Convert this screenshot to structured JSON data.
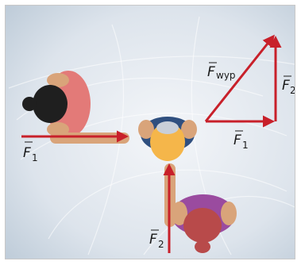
{
  "labels": {
    "f1_left": {
      "symbol": "F",
      "subscript": "1"
    },
    "f2_bottom": {
      "symbol": "F",
      "subscript": "2"
    },
    "f_result": {
      "symbol": "F",
      "subscript": "wyp"
    },
    "f1_triangle": {
      "symbol": "F",
      "subscript": "1"
    },
    "f2_triangle": {
      "symbol": "F",
      "subscript": "2"
    }
  },
  "colors": {
    "arrow": "#c8202a",
    "background_light": "#eef2f6",
    "background_blue": "#b9c8d6",
    "person_top_shirt": "#e07070",
    "person_top_hair": "#1e1e1e",
    "person_center_shirt": "#2f4f7f",
    "person_center_hair": "#f5b84a",
    "person_bottom_shirt": "#9b4a9f",
    "person_bottom_hair": "#b84a4a",
    "skin": "#d9a47a"
  }
}
